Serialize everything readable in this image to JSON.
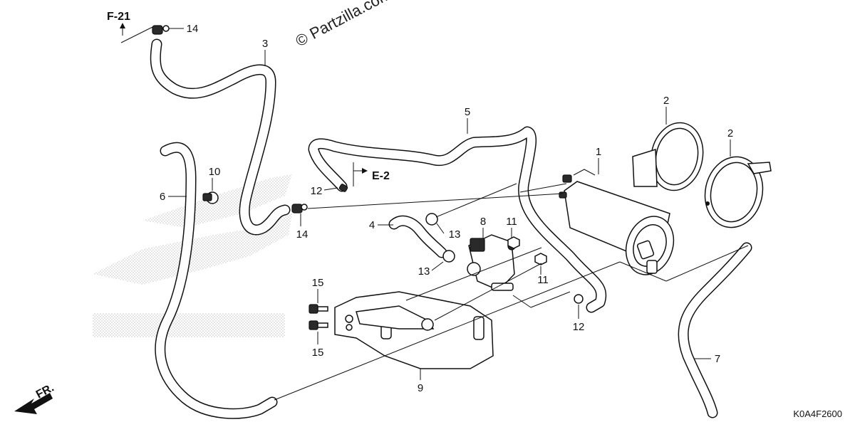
{
  "watermark": "© Partzilla.com",
  "diagram_code": "K0A4F2600",
  "refs": {
    "f21": "F-21",
    "e2": "E-2",
    "front": "FR."
  },
  "callouts": [
    {
      "id": "c1",
      "label": "1"
    },
    {
      "id": "c2a",
      "label": "2"
    },
    {
      "id": "c2b",
      "label": "2"
    },
    {
      "id": "c3",
      "label": "3"
    },
    {
      "id": "c4",
      "label": "4"
    },
    {
      "id": "c5",
      "label": "5"
    },
    {
      "id": "c6",
      "label": "6"
    },
    {
      "id": "c7",
      "label": "7"
    },
    {
      "id": "c8",
      "label": "8"
    },
    {
      "id": "c9",
      "label": "9"
    },
    {
      "id": "c10",
      "label": "10"
    },
    {
      "id": "c11a",
      "label": "11"
    },
    {
      "id": "c11b",
      "label": "11"
    },
    {
      "id": "c12a",
      "label": "12"
    },
    {
      "id": "c12b",
      "label": "12"
    },
    {
      "id": "c13a",
      "label": "13"
    },
    {
      "id": "c13b",
      "label": "13"
    },
    {
      "id": "c14a",
      "label": "14"
    },
    {
      "id": "c14b",
      "label": "14"
    },
    {
      "id": "c15a",
      "label": "15"
    },
    {
      "id": "c15b",
      "label": "15"
    }
  ]
}
